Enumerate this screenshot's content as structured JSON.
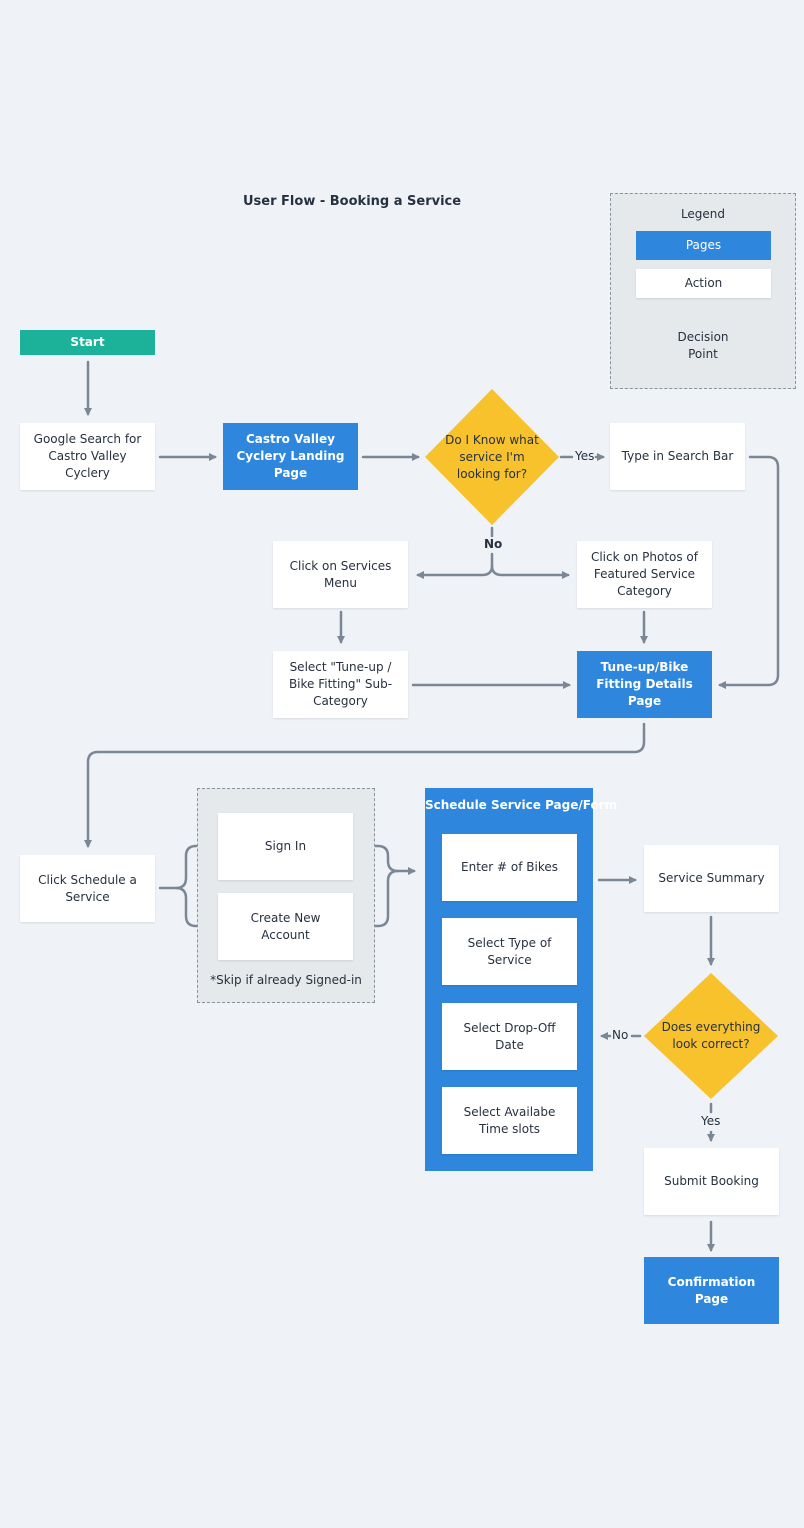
{
  "title": "User Flow - Booking a Service",
  "legend": {
    "heading": "Legend",
    "pages": "Pages",
    "action": "Action",
    "decision": "Decision Point"
  },
  "nodes": {
    "start": "Start",
    "google_search": "Google Search for Castro Valley Cyclery",
    "landing_page": "Castro Valley Cyclery Landing Page",
    "decision_know": "Do I Know what service I'm looking for?",
    "type_search": "Type in Search Bar",
    "services_menu": "Click on Services Menu",
    "photos_category": "Click on Photos of Featured Service Category",
    "select_subcategory": "Select \"Tune-up / Bike Fitting\" Sub-Category",
    "details_page": "Tune-up/Bike Fitting Details Page",
    "click_schedule": "Click Schedule a Service",
    "sign_in": "Sign In",
    "create_account": "Create New Account",
    "skip_note": "*Skip if already Signed-in",
    "schedule_form_title": "Schedule Service Page/Form",
    "enter_bikes": "Enter # of Bikes",
    "select_type": "Select Type of Service",
    "select_date": "Select Drop-Off Date",
    "select_time": "Select Availabe Time slots",
    "service_summary": "Service Summary",
    "decision_correct": "Does everything look correct?",
    "submit_booking": "Submit Booking",
    "confirmation_page": "Confirmation Page"
  },
  "edge_labels": {
    "yes_1": "Yes",
    "no_1": "No",
    "no_2": "No",
    "yes_2": "Yes"
  },
  "colors": {
    "page": "#2e87dd",
    "action": "#ffffff",
    "decision": "#f8c22c",
    "start": "#1cb29a",
    "connector": "#7b8794",
    "background": "#eff3f7"
  }
}
